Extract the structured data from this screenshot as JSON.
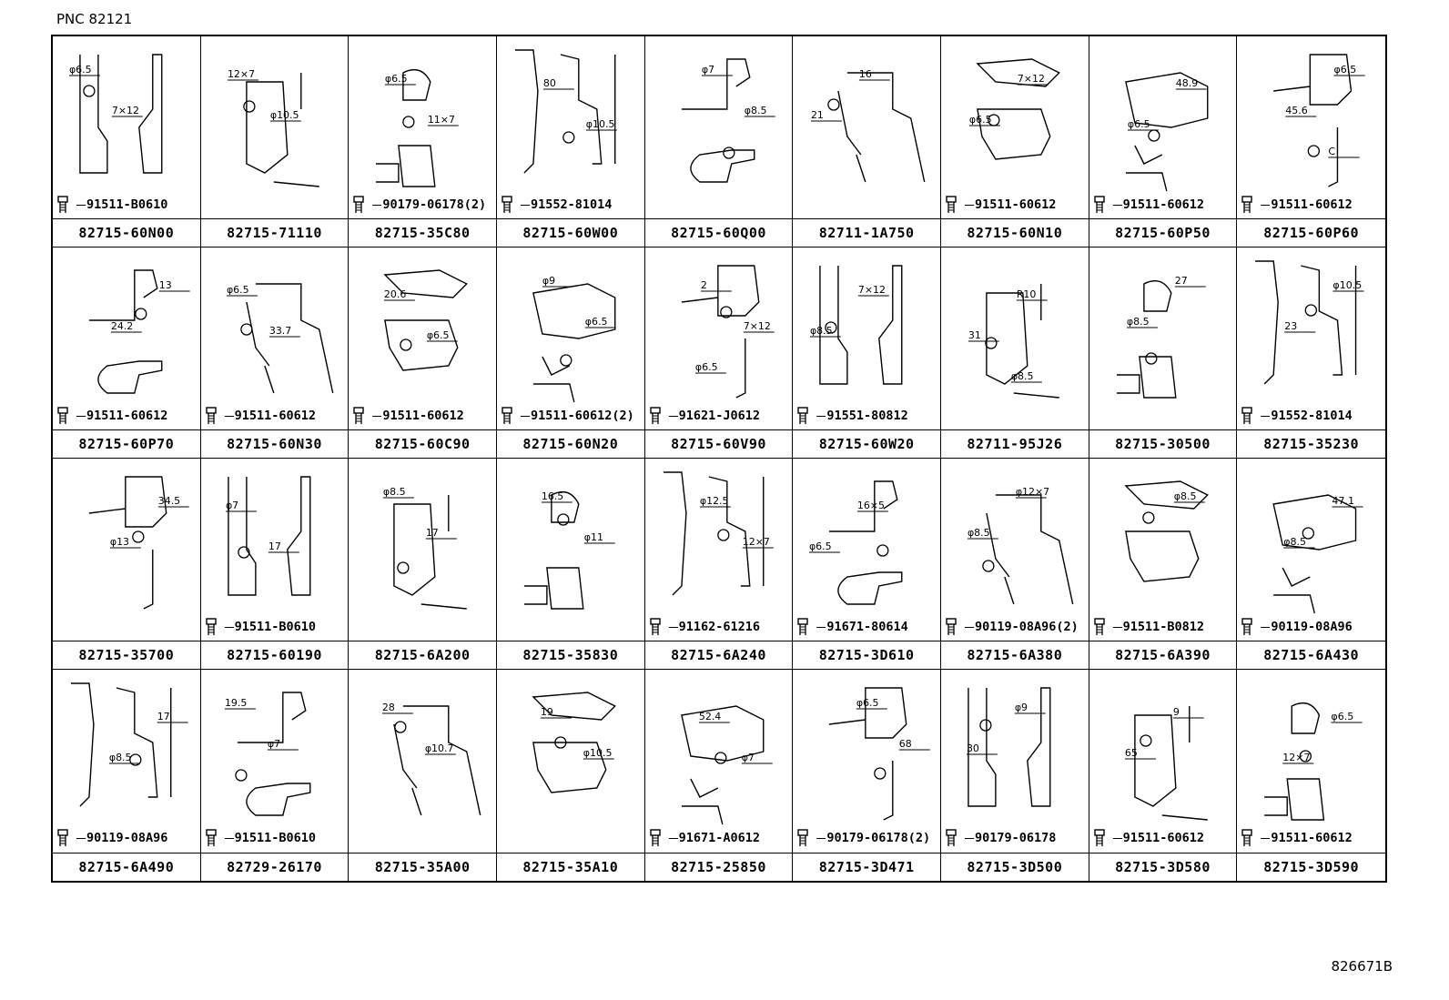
{
  "header": {
    "pnc": "PNC 82121"
  },
  "footer": {
    "ref": "826671B"
  },
  "cells": [
    {
      "part": "82715-60N00",
      "hardware": "91511-B0610",
      "dims": [
        "φ6.5",
        "7×12"
      ]
    },
    {
      "part": "82715-71110",
      "hardware": "",
      "dims": [
        "12×7",
        "φ10.5"
      ]
    },
    {
      "part": "82715-35C80",
      "hardware": "90179-06178(2)",
      "dims": [
        "φ6.5",
        "11×7"
      ]
    },
    {
      "part": "82715-60W00",
      "hardware": "91552-81014",
      "dims": [
        "80",
        "φ10.5"
      ]
    },
    {
      "part": "82715-60Q00",
      "hardware": "",
      "dims": [
        "φ7",
        "φ8.5"
      ]
    },
    {
      "part": "82711-1A750",
      "hardware": "",
      "dims": [
        "16",
        "21"
      ]
    },
    {
      "part": "82715-60N10",
      "hardware": "91511-60612",
      "dims": [
        "7×12",
        "φ6.5"
      ]
    },
    {
      "part": "82715-60P50",
      "hardware": "91511-60612",
      "dims": [
        "48.9",
        "φ6.5"
      ]
    },
    {
      "part": "82715-60P60",
      "hardware": "91511-60612",
      "dims": [
        "φ6.5",
        "45.6",
        "C"
      ]
    },
    {
      "part": "82715-60P70",
      "hardware": "91511-60612",
      "dims": [
        "13",
        "24.2"
      ]
    },
    {
      "part": "82715-60N30",
      "hardware": "91511-60612",
      "dims": [
        "φ6.5",
        "33.7"
      ]
    },
    {
      "part": "82715-60C90",
      "hardware": "91511-60612",
      "dims": [
        "20.6",
        "φ6.5"
      ]
    },
    {
      "part": "82715-60N20",
      "hardware": "91511-60612(2)",
      "dims": [
        "φ9",
        "φ6.5"
      ]
    },
    {
      "part": "82715-60V90",
      "hardware": "91621-J0612",
      "dims": [
        "2",
        "7×12",
        "φ6.5"
      ]
    },
    {
      "part": "82715-60W20",
      "hardware": "91551-80812",
      "dims": [
        "7×12",
        "φ8.5"
      ]
    },
    {
      "part": "82711-95J26",
      "hardware": "",
      "dims": [
        "R10",
        "31",
        "φ8.5"
      ]
    },
    {
      "part": "82715-30500",
      "hardware": "",
      "dims": [
        "27",
        "φ8.5"
      ]
    },
    {
      "part": "82715-35230",
      "hardware": "91552-81014",
      "dims": [
        "φ10.5",
        "23"
      ]
    },
    {
      "part": "82715-35700",
      "hardware": "",
      "dims": [
        "34.5",
        "φ13"
      ]
    },
    {
      "part": "82715-60190",
      "hardware": "91511-B0610",
      "dims": [
        "φ7",
        "17"
      ]
    },
    {
      "part": "82715-6A200",
      "hardware": "",
      "dims": [
        "φ8.5",
        "17"
      ]
    },
    {
      "part": "82715-35830",
      "hardware": "",
      "dims": [
        "16.5",
        "φ11"
      ]
    },
    {
      "part": "82715-6A240",
      "hardware": "91162-61216",
      "dims": [
        "φ12.5",
        "12×7"
      ]
    },
    {
      "part": "82715-3D610",
      "hardware": "91671-80614",
      "dims": [
        "16×5",
        "φ6.5"
      ]
    },
    {
      "part": "82715-6A380",
      "hardware": "90119-08A96(2)",
      "dims": [
        "φ12×7",
        "φ8.5"
      ]
    },
    {
      "part": "82715-6A390",
      "hardware": "91511-B0812",
      "dims": [
        "φ8.5"
      ]
    },
    {
      "part": "82715-6A430",
      "hardware": "90119-08A96",
      "dims": [
        "47.1",
        "φ8.5"
      ]
    },
    {
      "part": "82715-6A490",
      "hardware": "90119-08A96",
      "dims": [
        "17",
        "φ8.5"
      ]
    },
    {
      "part": "82729-26170",
      "hardware": "91511-B0610",
      "dims": [
        "19.5",
        "φ7"
      ]
    },
    {
      "part": "82715-35A00",
      "hardware": "",
      "dims": [
        "28",
        "φ10.7"
      ]
    },
    {
      "part": "82715-35A10",
      "hardware": "",
      "dims": [
        "19",
        "φ10.5"
      ]
    },
    {
      "part": "82715-25850",
      "hardware": "91671-A0612",
      "dims": [
        "52.4",
        "φ7"
      ]
    },
    {
      "part": "82715-3D471",
      "hardware": "90179-06178(2)",
      "dims": [
        "φ6.5",
        "68"
      ]
    },
    {
      "part": "82715-3D500",
      "hardware": "90179-06178",
      "dims": [
        "φ9",
        "30"
      ]
    },
    {
      "part": "82715-3D580",
      "hardware": "91511-60612",
      "dims": [
        "9",
        "65"
      ]
    },
    {
      "part": "82715-3D590",
      "hardware": "91511-60612",
      "dims": [
        "φ6.5",
        "12×7"
      ]
    }
  ]
}
